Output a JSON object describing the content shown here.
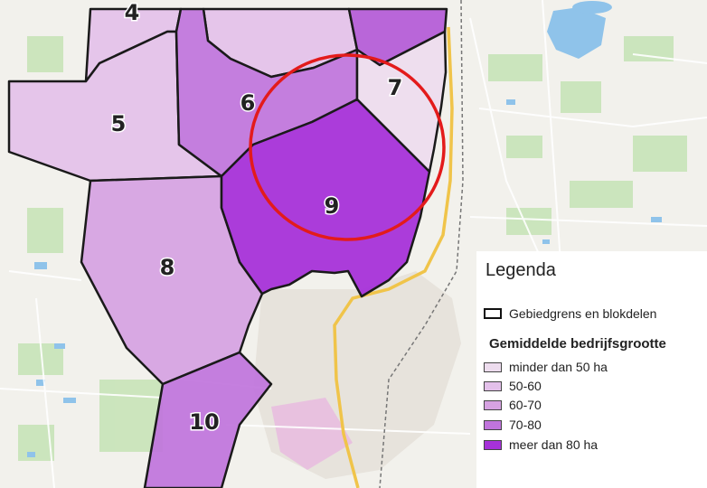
{
  "map": {
    "blocks": [
      {
        "id": "4",
        "class": "50-60"
      },
      {
        "id": "5",
        "class": "50-60"
      },
      {
        "id": "6",
        "class": "70-80"
      },
      {
        "id": "7",
        "class": "minder dan 50 ha"
      },
      {
        "id": "8",
        "class": "60-70"
      },
      {
        "id": "9",
        "class": "meer dan 80 ha"
      },
      {
        "id": "10",
        "class": "70-80"
      }
    ]
  },
  "legend": {
    "title": "Legenda",
    "boundary_label": "Gebiedgrens en blokdelen",
    "subtitle": "Gemiddelde bedrijfsgrootte",
    "classes": [
      {
        "label": "minder dan 50 ha",
        "color": "#eddcee"
      },
      {
        "label": "50-60",
        "color": "#e3c0ea"
      },
      {
        "label": "60-70",
        "color": "#d6a2e2"
      },
      {
        "label": "70-80",
        "color": "#c074dc"
      },
      {
        "label": "meer dan 80 ha",
        "color": "#a631d9"
      }
    ]
  },
  "colors": {
    "highlight_circle": "#e31b1b",
    "boundary": "#1a1a1a",
    "road_major": "#f0c44a",
    "water": "#8fc3ea",
    "green": "#c5e3b5"
  }
}
